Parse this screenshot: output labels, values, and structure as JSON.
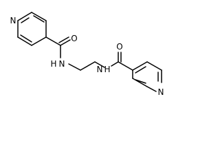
{
  "structure": {
    "atoms": {
      "n_ring_top": "N",
      "o_top": "O",
      "nh_left": "N",
      "h_left": "H",
      "o_right": "O",
      "nh_right": "N",
      "h_right": "H",
      "n_ring_bottom": "N"
    },
    "colors": {
      "bond": "#000000",
      "label": "#000000",
      "background": "#ffffff"
    }
  }
}
